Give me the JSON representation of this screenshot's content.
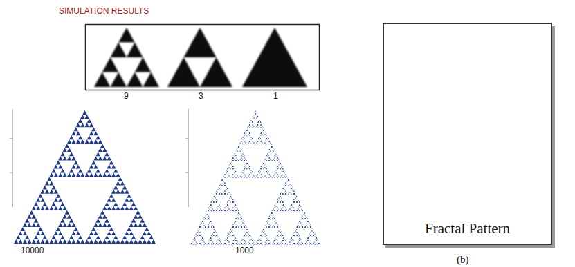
{
  "diagram": {
    "title": "SIMULATION RESULTS",
    "caption": "(b)",
    "nodes": [
      {
        "text": [
          "Fractal Pattern"
        ]
      }
    ],
    "labels": [
      "9",
      "3",
      "1",
      "10000",
      "1000"
    ]
  }
}
